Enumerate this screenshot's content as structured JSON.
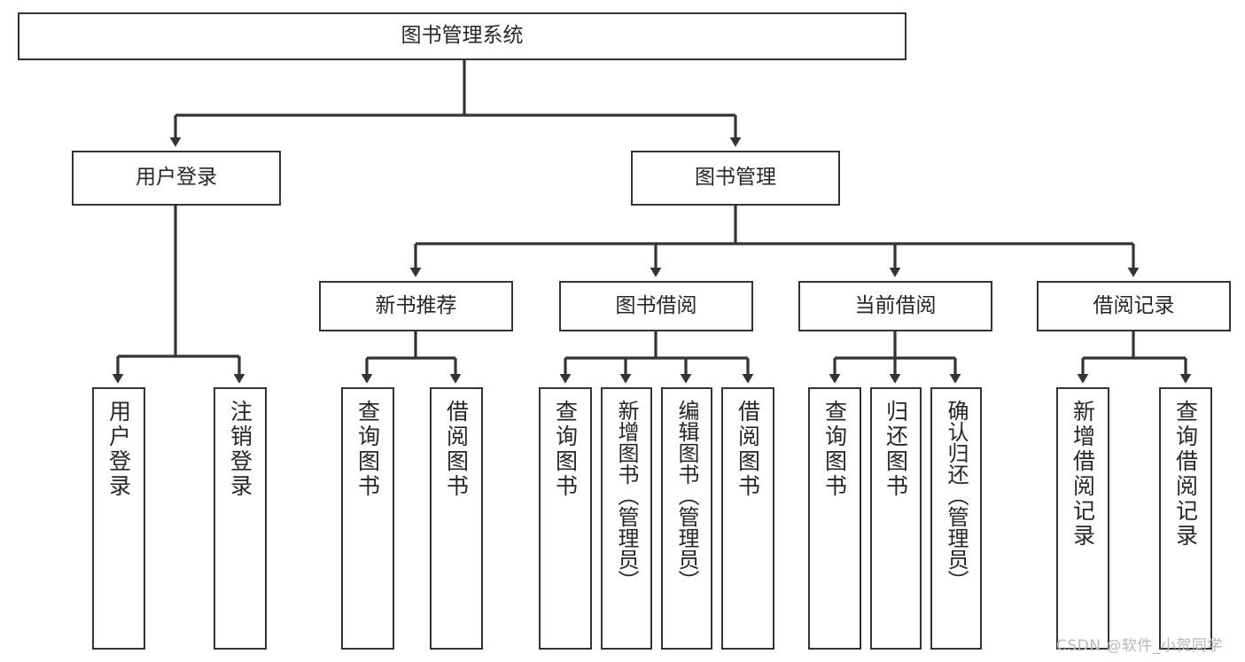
{
  "diagram": {
    "title": "图书管理系统",
    "type": "tree-hierarchy-diagram",
    "watermark": "CSDN @软件_小贺同学",
    "colors": {
      "box_border": "#333333",
      "box_fill": "#ffffff",
      "connector": "#333333",
      "text": "#23272b",
      "watermark": "#b8b8b8",
      "background": "#ffffff"
    },
    "nodes": {
      "root": {
        "label": "图书管理系统"
      },
      "level2": [
        {
          "id": "user-login",
          "label": "用户登录"
        },
        {
          "id": "book-manage",
          "label": "图书管理"
        }
      ],
      "level3": [
        {
          "id": "new-book-recommend",
          "label": "新书推荐"
        },
        {
          "id": "book-borrow",
          "label": "图书借阅"
        },
        {
          "id": "current-borrow",
          "label": "当前借阅"
        },
        {
          "id": "borrow-record",
          "label": "借阅记录"
        }
      ],
      "leaves": {
        "user-login": [
          {
            "id": "leaf-user-login",
            "label": "用户登录"
          },
          {
            "id": "leaf-user-logout",
            "label": "注销登录"
          }
        ],
        "new-book-recommend": [
          {
            "id": "leaf-query-book-1",
            "label": "查询图书"
          },
          {
            "id": "leaf-borrow-book-1",
            "label": "借阅图书"
          }
        ],
        "book-borrow": [
          {
            "id": "leaf-query-book-2",
            "label": "查询图书"
          },
          {
            "id": "leaf-add-book",
            "label": "新增图书（管理员）"
          },
          {
            "id": "leaf-edit-book",
            "label": "编辑图书（管理员）"
          },
          {
            "id": "leaf-borrow-book-2",
            "label": "借阅图书"
          }
        ],
        "current-borrow": [
          {
            "id": "leaf-query-book-3",
            "label": "查询图书"
          },
          {
            "id": "leaf-return-book",
            "label": "归还图书"
          },
          {
            "id": "leaf-confirm-return",
            "label": "确认归还（管理员）"
          }
        ],
        "borrow-record": [
          {
            "id": "leaf-add-record",
            "label": "新增借阅记录"
          },
          {
            "id": "leaf-query-record",
            "label": "查询借阅记录"
          }
        ]
      }
    }
  }
}
